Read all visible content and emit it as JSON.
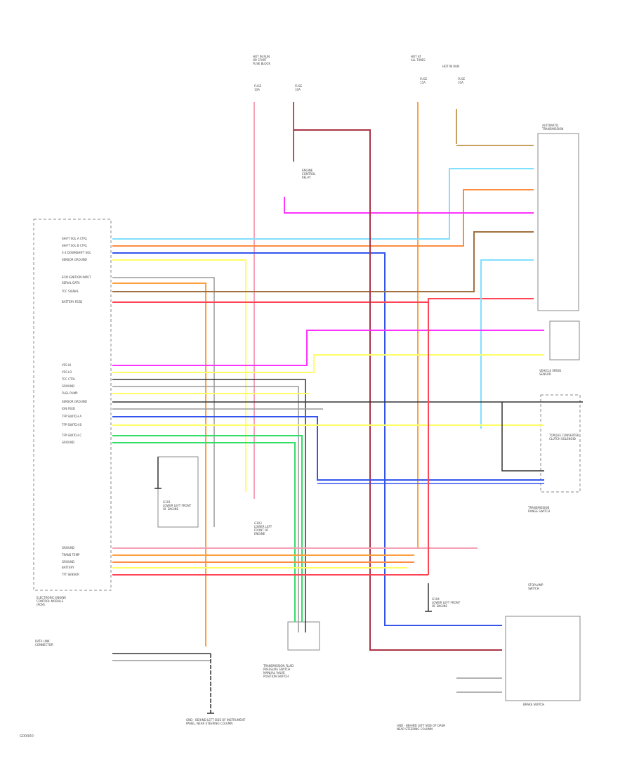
{
  "figure": {
    "code": "G00000"
  },
  "colors": {
    "pink": "#f5a0b4",
    "magenta": "#ff33ff",
    "orange": "#ffa040",
    "deep_orange": "#ff8c40",
    "cyan": "#7fe0ff",
    "blue": "#3355ee",
    "light_blue": "#99ddff",
    "yellow": "#ffff66",
    "tan": "#c8a060",
    "brown": "#a07040",
    "dark_red": "#aa3344",
    "red": "#ff4455",
    "green": "#33dd66",
    "gray": "#999999",
    "dark_gray": "#333333",
    "light_yellow": "#fff5a0"
  },
  "components": {
    "hot_run_top_left": "HOT IN RUN\nOR START\nFUSE BLOCK",
    "fuse_label_1": "FUSE\n10A",
    "fuse_label_2": "FUSE\n10A",
    "hot_at_all_times": "HOT AT\nALL TIMES",
    "hot_in_run_right": "HOT IN RUN",
    "fuse_label_3": "FUSE\n15A",
    "fuse_label_4": "FUSE\n10A",
    "pnp_switch": "AUTOMATIC\nTRANSMISSION",
    "pcm_relay": "ENGINE\nCONTROL\nRELAY",
    "ecm": "ELECTRONIC ENGINE\nCONTROL MODULE\n(PCM)",
    "dlc": "DATA LINK\nCONNECTOR",
    "speed_sensor": "VEHICLE SPEED\nSENSOR",
    "tcc_solenoid": "TORQUE CONVERTER\nCLUTCH SOLENOID",
    "trans_range": "TRANSMISSION\nRANGE SWITCH",
    "stoplamp_switch": "STOPLAMP\nSWITCH",
    "brake_switch": "BRAKE SWITCH",
    "ground_1": "G101\nLOWER LEFT FRONT\nOF ENGINE",
    "ground_2": "G103\nLOWER LEFT\nFRONT OF\nENGINE",
    "ground_3": "G104\nLOWER LEFT FRONT\nOF ENGINE",
    "pressure_switch": "TRANSMISSION FLUID\nPRESSURE SWITCH\nMANUAL VALVE\nPOSITION SWITCH",
    "ground_bottom_left": "GND - BEHIND LEFT SIDE OF INSTRUMENT\nPANEL, NEAR STEERING COLUMN",
    "ground_bottom_right": "GND - BEHIND LEFT SIDE OF DASH\nNEAR STEERING COLUMN"
  },
  "ecm_pins": [
    "SHIFT SOL A CTRL",
    "SHIFT SOL B CTRL",
    "3-2 DOWNSHIFT SOL",
    "SENSOR GROUND",
    "ECM IGNITION INPUT",
    "SERIAL DATA",
    "TCC SIGNAL",
    "BATTERY FEED",
    "VSS HI",
    "VSS LO",
    "TCC CTRL",
    "GROUND",
    "FUEL PUMP",
    "SENSOR GROUND",
    "IGN FEED",
    "TFP SWITCH A",
    "TFP SWITCH B",
    "TFP SWITCH C",
    "GROUND",
    "GROUND",
    "TRANS TEMP",
    "GROUND",
    "BATTERY",
    "TFT SENSOR"
  ]
}
